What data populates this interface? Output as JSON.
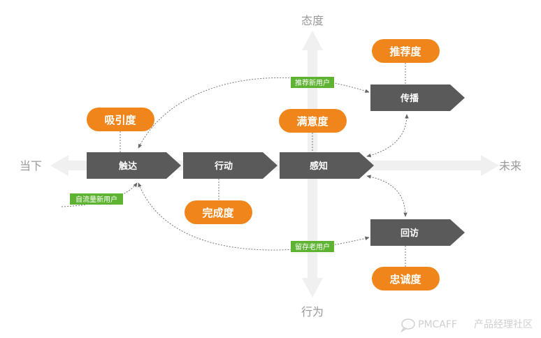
{
  "axes": {
    "top": "态度",
    "bottom": "行为",
    "left": "当下",
    "right": "未来"
  },
  "nodes": {
    "touch": "触达",
    "action": "行动",
    "perception": "感知",
    "spread": "传播",
    "revisit": "回访"
  },
  "metrics": {
    "attraction": "吸引度",
    "completion": "完成度",
    "satisfaction": "满意度",
    "recommendation": "推荐度",
    "loyalty": "忠诚度"
  },
  "tags": {
    "recommend_new_users": "推荐新用户",
    "organic_new_users": "自流量新用户",
    "retain_old_users": "留存老用户"
  },
  "watermark": {
    "brand": "PMCAFF",
    "community": "产品经理社区"
  },
  "colors": {
    "node": "#5a5a5a",
    "metric": "#f0861b",
    "tag": "#5fb333",
    "axis": "#f0f0f0",
    "axis_text": "#9a9a9a",
    "connector": "#666666"
  }
}
